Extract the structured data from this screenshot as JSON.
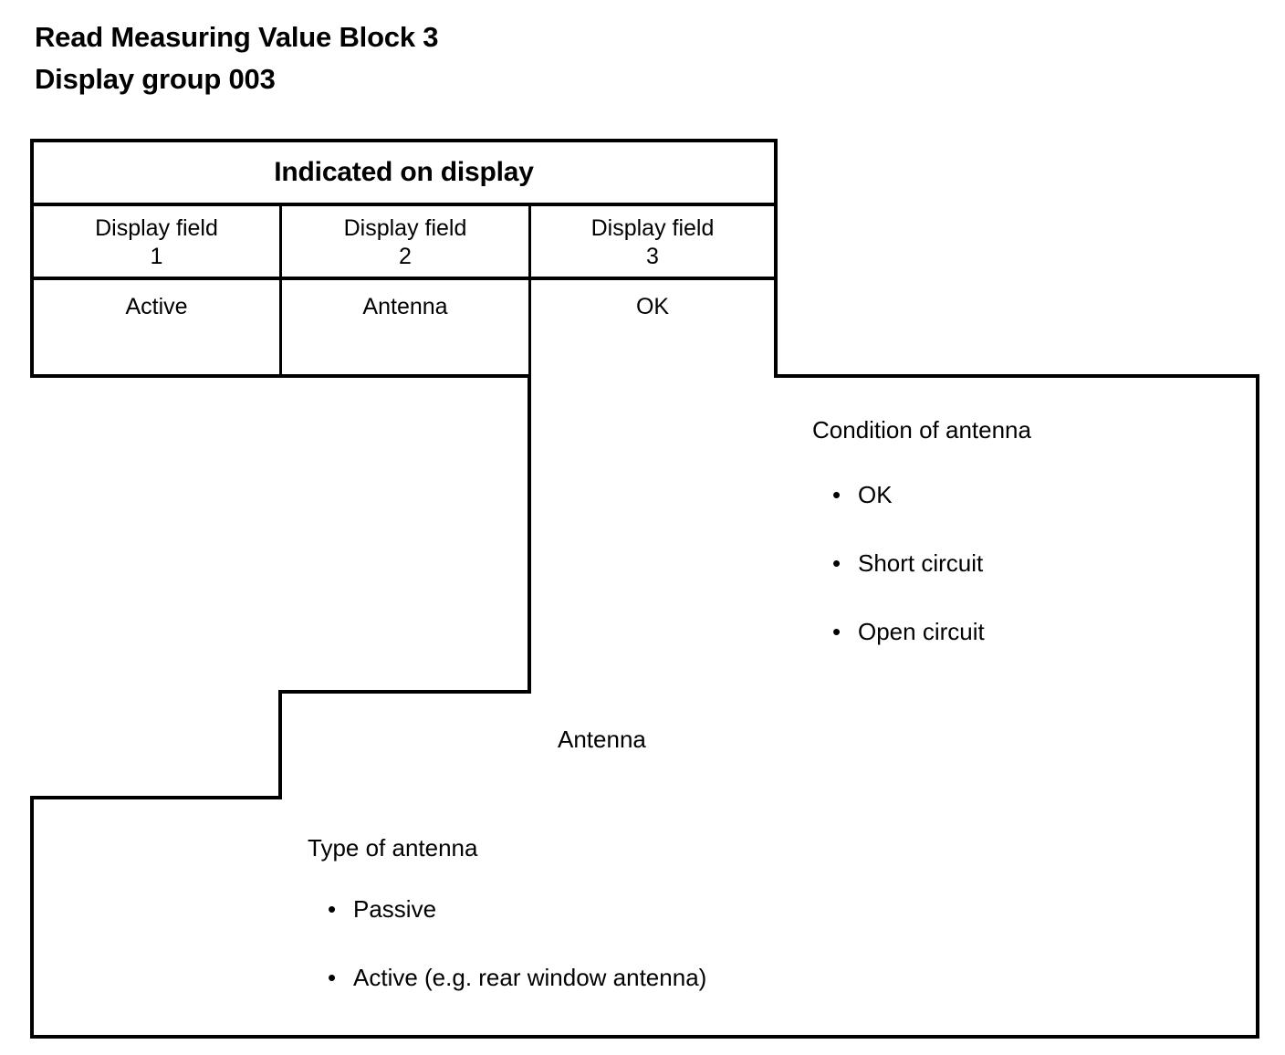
{
  "title": {
    "line1": "Read Measuring Value Block 3",
    "line2": "Display group 003"
  },
  "table": {
    "header": "Indicated on display",
    "columns": [
      {
        "label": "Display field",
        "number": "1",
        "value": "Active"
      },
      {
        "label": "Display field",
        "number": "2",
        "value": "Antenna"
      },
      {
        "label": "Display field",
        "number": "3",
        "value": "OK"
      }
    ]
  },
  "panels": [
    {
      "name": "condition-of-antenna",
      "heading": "Condition of antenna",
      "bullet": "•",
      "items": [
        "OK",
        "Short circuit",
        "Open circuit"
      ]
    },
    {
      "name": "antenna",
      "heading": "Antenna",
      "bullet": "•",
      "items": []
    },
    {
      "name": "type-of-antenna",
      "heading": "Type of antenna",
      "bullet": "•",
      "items": [
        "Passive",
        "Active (e.g. rear window antenna)"
      ]
    }
  ],
  "colors": {
    "line": "#000000",
    "background": "#ffffff",
    "text": "#000000"
  }
}
